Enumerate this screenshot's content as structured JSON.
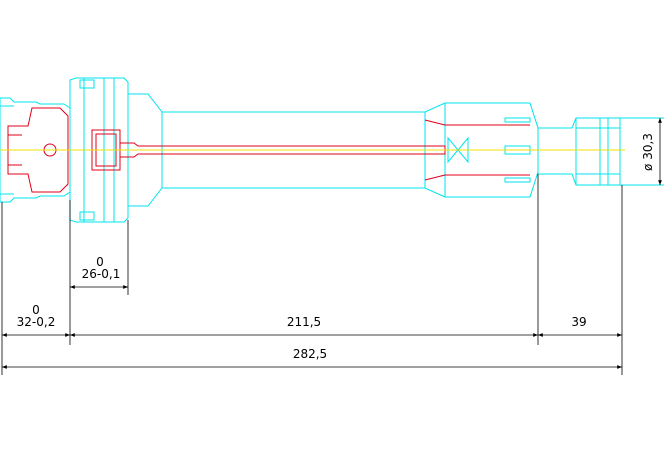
{
  "colors": {
    "outline": "#00e5ee",
    "section": "#e0001a",
    "centerline": "#f0e000",
    "dimension": "#000000",
    "background": "#ffffff"
  },
  "dimensions": {
    "collar_tolerance": "0",
    "collar_width": "26-0,1",
    "taper_tolerance": "0",
    "taper_length": "32-0,2",
    "body_length": "211,5",
    "nut_length": "39",
    "total_length": "282,5",
    "nut_diameter": "ø 30,3"
  }
}
